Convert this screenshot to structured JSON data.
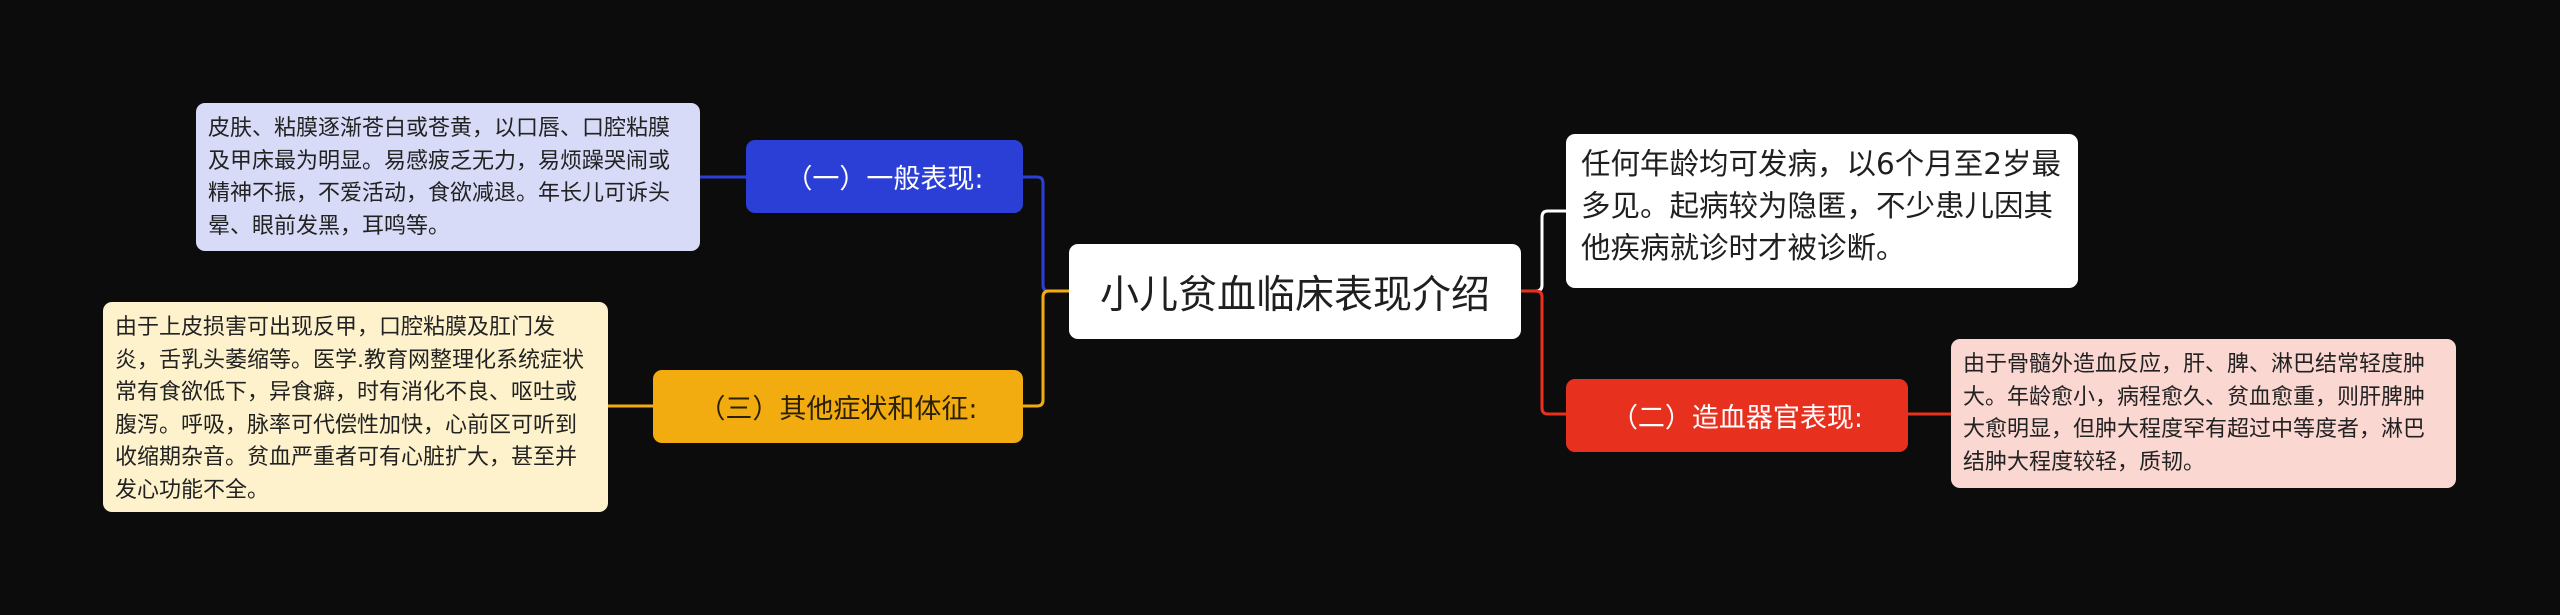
{
  "mindmap": {
    "center": {
      "label": "小儿贫血临床表现介绍"
    },
    "branches": {
      "general": {
        "label": "（一）一般表现:",
        "color": "#2b3fd6",
        "detail": "皮肤、粘膜逐渐苍白或苍黄，以口唇、口腔粘膜及甲床最为明显。易感疲乏无力，易烦躁哭闹或精神不振，不爱活动，食欲减退。年长儿可诉头晕、眼前发黑，耳鸣等。",
        "detail_bg": "#d7dbf7"
      },
      "other": {
        "label": "（三）其他症状和体征:",
        "color": "#f2ac10",
        "detail": "由于上皮损害可出现反甲，口腔粘膜及肛门发炎，舌乳头萎缩等。医学.教育网整理化系统症状常有食欲低下，异食癖，时有消化不良、呕吐或腹泻。呼吸，脉率可代偿性加快，心前区可听到收缩期杂音。贫血严重者可有心脏扩大，甚至并发心功能不全。",
        "detail_bg": "#fdf2cc"
      },
      "onset": {
        "text": "任何年龄均可发病，以6个月至2岁最多见。起病较为隐匿，不少患儿因其他疾病就诊时才被诊断。"
      },
      "blood": {
        "label": "（二）造血器官表现:",
        "color": "#e8301f",
        "detail": "由于骨髓外造血反应，肝、脾、淋巴结常轻度肿大。年龄愈小，病程愈久、贫血愈重，则肝脾肿大愈明显，但肿大程度罕有超过中等度者，淋巴结肿大程度较轻，质韧。",
        "detail_bg": "#fbd7d2"
      }
    }
  }
}
